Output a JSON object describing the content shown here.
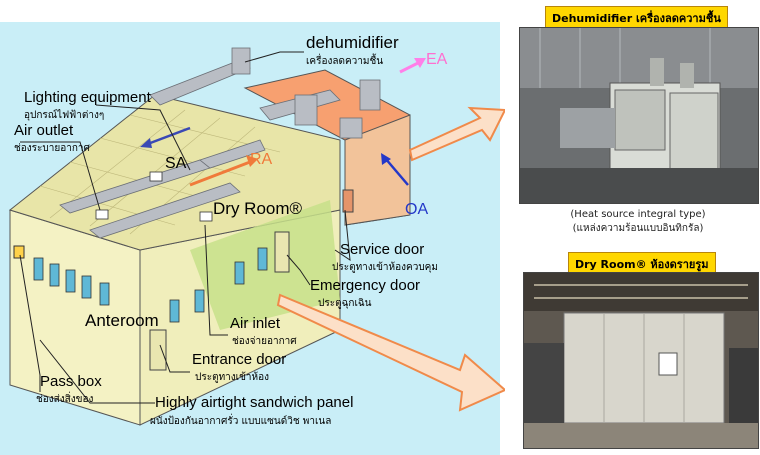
{
  "labels": {
    "dehumidifier": "dehumidifier",
    "dehumidifier_th": "เครื่องลดความชื้น",
    "ea": "EA",
    "lighting": "Lighting equipment",
    "lighting_th": "อุปกรณ์ไฟฟ้าต่างๆ",
    "air_outlet": "Air outlet",
    "air_outlet_th": "ช่องระบายอากาศ",
    "sa": "SA",
    "ra": "RA",
    "oa": "OA",
    "dry_room": "Dry Room®",
    "service_door": "Service door",
    "service_door_th": "ประตูทางเข้าห้องควบคุม",
    "emergency_door": "Emergency door",
    "emergency_door_th": "ประตูฉุกเฉิน",
    "anteroom": "Anteroom",
    "air_inlet": "Air inlet",
    "air_inlet_th": "ช่องจ่ายอากาศ",
    "entrance_door": "Entrance door",
    "entrance_door_th": "ประตูทางเข้าห้อง",
    "pass_box": "Pass box",
    "pass_box_th": "ช่องส่งสิ่งของ",
    "panel": "Highly airtight sandwich panel",
    "panel_th": "ผนังป้องกันอากาศรั่ว แบบแซนด์วิช พาเนล"
  },
  "photos": {
    "top_badge": "Dehumidifier เครื่องลดความชื้น",
    "top_caption_en": "(Heat source integral type)",
    "top_caption_th": "(แหล่งความร้อนแบบอินทิกรัล)",
    "bottom_badge": "Dry Room® ห้องดรายรูม"
  },
  "colors": {
    "diagram_bg": "#c9eef7",
    "wall": "#f4f2c4",
    "dehumidifier_box": "#f7a070",
    "floor": "#c7e08a",
    "arrow_orange": "#f07a3a",
    "badge": "#ffd700"
  }
}
